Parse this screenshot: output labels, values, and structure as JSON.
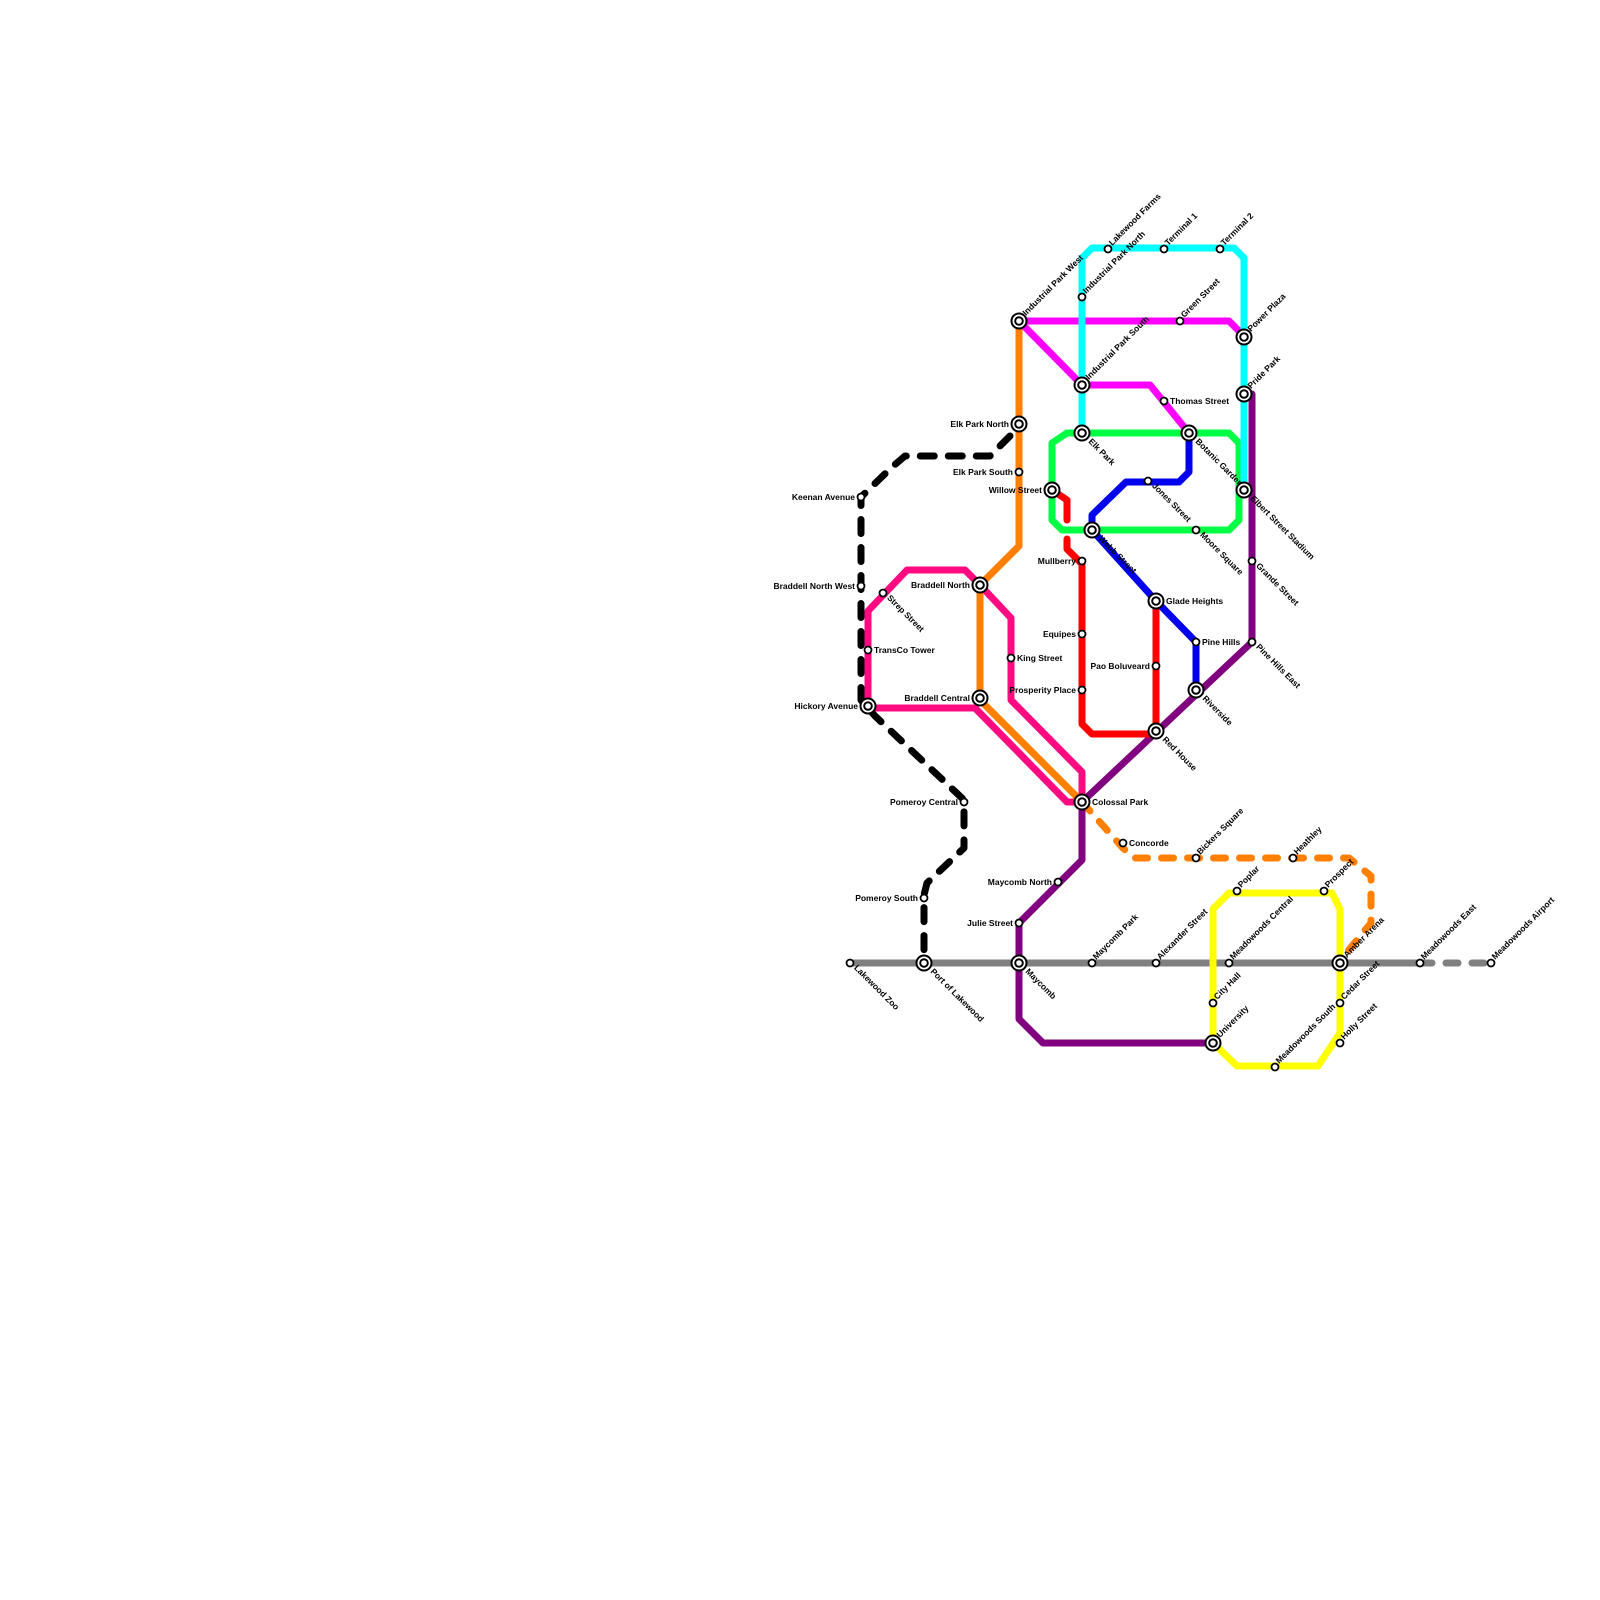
{
  "map": {
    "lines": [
      {
        "id": "cyan",
        "color": "#00ffff",
        "dashed": false
      },
      {
        "id": "magenta",
        "color": "#ff00ff",
        "dashed": false
      },
      {
        "id": "green",
        "color": "#00ff44",
        "dashed": false
      },
      {
        "id": "blue",
        "color": "#0000ee",
        "dashed": false
      },
      {
        "id": "red",
        "color": "#ff0000",
        "dashed": false
      },
      {
        "id": "pink",
        "color": "#ff0a80",
        "dashed": false
      },
      {
        "id": "orange",
        "color": "#ff7f00",
        "dashed": false
      },
      {
        "id": "purple",
        "color": "#800080",
        "dashed": false
      },
      {
        "id": "gray",
        "color": "#808080",
        "dashed": false
      },
      {
        "id": "gray-extension",
        "color": "#808080",
        "dashed": true
      },
      {
        "id": "orange-extension",
        "color": "#ff7f00",
        "dashed": true
      },
      {
        "id": "yellow",
        "color": "#ffff00",
        "dashed": false
      },
      {
        "id": "black",
        "color": "#000000",
        "dashed": true
      }
    ],
    "stations": [
      {
        "name": "Industrial Park West",
        "interchange": true
      },
      {
        "name": "Lakewood Farms",
        "interchange": false
      },
      {
        "name": "Terminal 1",
        "interchange": false
      },
      {
        "name": "Terminal 2",
        "interchange": false
      },
      {
        "name": "Industrial Park North",
        "interchange": false
      },
      {
        "name": "Green Street",
        "interchange": false
      },
      {
        "name": "Power Plaza",
        "interchange": true
      },
      {
        "name": "Industrial Park South",
        "interchange": true
      },
      {
        "name": "Pride Park",
        "interchange": true
      },
      {
        "name": "Thomas Street",
        "interchange": false
      },
      {
        "name": "Elk Park North",
        "interchange": true
      },
      {
        "name": "Elk Park",
        "interchange": true
      },
      {
        "name": "Botanic Gardens",
        "interchange": true
      },
      {
        "name": "Elk Park South",
        "interchange": false
      },
      {
        "name": "Willow Street",
        "interchange": true
      },
      {
        "name": "Jones Street",
        "interchange": false
      },
      {
        "name": "Elbert Street Stadium",
        "interchange": true
      },
      {
        "name": "Keenan Avenue",
        "interchange": false
      },
      {
        "name": "Webb Street",
        "interchange": true
      },
      {
        "name": "Moore Square",
        "interchange": false
      },
      {
        "name": "Mullberry",
        "interchange": false
      },
      {
        "name": "Grande Street",
        "interchange": false
      },
      {
        "name": "Braddell North West",
        "interchange": false
      },
      {
        "name": "Braddell North",
        "interchange": true
      },
      {
        "name": "Strep Street",
        "interchange": false
      },
      {
        "name": "Glade Heights",
        "interchange": true
      },
      {
        "name": "Equipes",
        "interchange": false
      },
      {
        "name": "Pine Hills",
        "interchange": false
      },
      {
        "name": "Pine Hills East",
        "interchange": false
      },
      {
        "name": "TransCo Tower",
        "interchange": false
      },
      {
        "name": "King Street",
        "interchange": false
      },
      {
        "name": "Pao Boluveard",
        "interchange": false
      },
      {
        "name": "Prosperity Place",
        "interchange": false
      },
      {
        "name": "Riverside",
        "interchange": true
      },
      {
        "name": "Braddell Central",
        "interchange": true
      },
      {
        "name": "Hickory Avenue",
        "interchange": true
      },
      {
        "name": "Red House",
        "interchange": true
      },
      {
        "name": "Pomeroy Central",
        "interchange": false
      },
      {
        "name": "Colossal Park",
        "interchange": true
      },
      {
        "name": "Concorde",
        "interchange": false
      },
      {
        "name": "Bickers Square",
        "interchange": false
      },
      {
        "name": "Heathley",
        "interchange": false
      },
      {
        "name": "Maycomb North",
        "interchange": false
      },
      {
        "name": "Poplar",
        "interchange": false
      },
      {
        "name": "Prospect",
        "interchange": false
      },
      {
        "name": "Pomeroy South",
        "interchange": false
      },
      {
        "name": "Julie Street",
        "interchange": false
      },
      {
        "name": "Maycomb Park",
        "interchange": false
      },
      {
        "name": "Alexander Street",
        "interchange": false
      },
      {
        "name": "Meadowoods Central",
        "interchange": false
      },
      {
        "name": "Amber Arena",
        "interchange": true
      },
      {
        "name": "Meadowoods East",
        "interchange": false
      },
      {
        "name": "Meadowoods Airport",
        "interchange": false
      },
      {
        "name": "Lakewood Zoo",
        "interchange": false
      },
      {
        "name": "Port of Lakewood",
        "interchange": true
      },
      {
        "name": "Maycomb",
        "interchange": true
      },
      {
        "name": "City Hall",
        "interchange": false
      },
      {
        "name": "Cedar Street",
        "interchange": false
      },
      {
        "name": "University",
        "interchange": true
      },
      {
        "name": "Meadowoods South",
        "interchange": false
      },
      {
        "name": "Holly Street",
        "interchange": false
      }
    ]
  }
}
